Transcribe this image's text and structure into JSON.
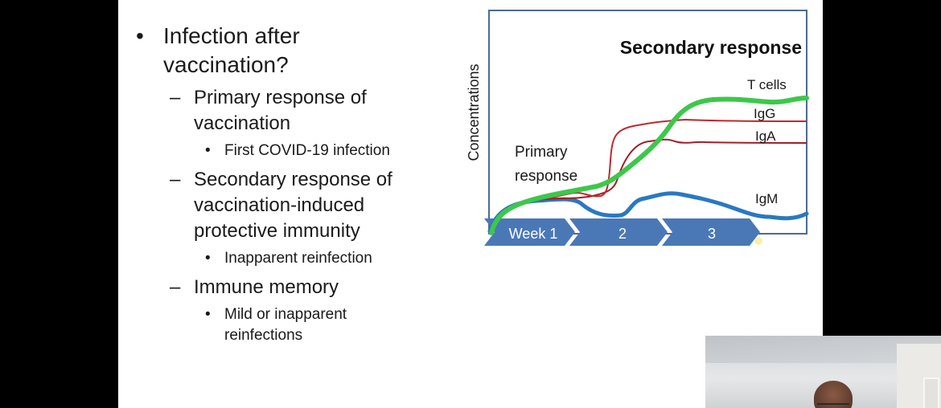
{
  "slide": {
    "bullets": [
      {
        "level": 1,
        "marker": "•",
        "lines": [
          "Infection after",
          "vaccination?"
        ]
      },
      {
        "level": 2,
        "marker": "–",
        "lines": [
          "Primary response of",
          "vaccination"
        ]
      },
      {
        "level": 3,
        "marker": "•",
        "lines": [
          "First COVID-19 infection"
        ]
      },
      {
        "level": 2,
        "marker": "–",
        "lines": [
          "Secondary response of",
          "vaccination-induced",
          "protective immunity"
        ]
      },
      {
        "level": 3,
        "marker": "•",
        "lines": [
          "Inapparent reinfection"
        ]
      },
      {
        "level": 2,
        "marker": "–",
        "lines": [
          "Immune memory"
        ]
      },
      {
        "level": 3,
        "marker": "•",
        "lines": [
          "Mild or inapparent",
          "reinfections"
        ]
      }
    ]
  },
  "chart_data": {
    "type": "line",
    "title": "Secondary response",
    "annotation": "Primary response",
    "ylabel": "Concentrations",
    "xlabel": "",
    "categories": [
      "Week 1",
      "2",
      "3"
    ],
    "x": [
      0,
      0.5,
      1,
      1.25,
      1.5,
      1.75,
      2,
      2.25,
      2.5,
      3,
      3.5
    ],
    "series": [
      {
        "name": "T cells",
        "color": "#3cc84a",
        "values": [
          0,
          18,
          25,
          30,
          33,
          40,
          62,
          78,
          82,
          82,
          84
        ]
      },
      {
        "name": "IgG",
        "color": "#c0282d",
        "values": [
          0,
          20,
          25,
          23,
          26,
          60,
          64,
          65,
          63,
          63,
          63
        ]
      },
      {
        "name": "IgA",
        "color": "#a01e28",
        "values": [
          0,
          20,
          24,
          22,
          24,
          40,
          52,
          50,
          52,
          52,
          52
        ]
      },
      {
        "name": "IgM",
        "color": "#2a78c2",
        "values": [
          0,
          20,
          22,
          10,
          8,
          18,
          20,
          22,
          18,
          10,
          5
        ]
      }
    ],
    "grid": false,
    "legend": "inline labels at right end of each line"
  },
  "colors": {
    "arrow_fill": "#4a78b6",
    "frame_border": "#4e6a92",
    "text": "#1a1a1a"
  },
  "webcam": {
    "label": "presenter video"
  }
}
